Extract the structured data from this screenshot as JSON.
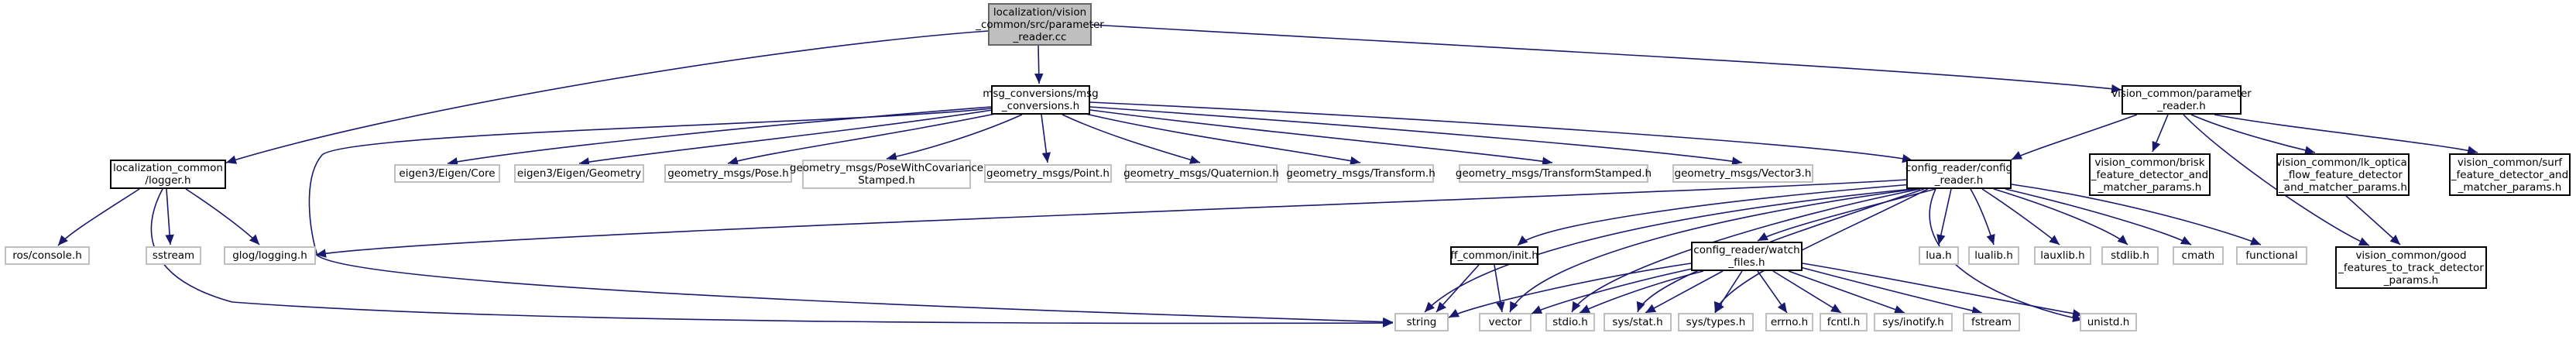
{
  "colors": {
    "edge": "#191970",
    "border": "#000000",
    "muted_border": "#bfbfbf",
    "root_fill": "#bfbfbf"
  },
  "nodes": {
    "root": "localization/vision\n_common/src/parameter\n_reader.cc",
    "msg_conversions": "msg_conversions/msg\n_conversions.h",
    "parameter_reader": "vision_common/parameter\n_reader.h",
    "logger": "localization_common\n/logger.h",
    "eigen_core": "eigen3/Eigen/Core",
    "eigen_geometry": "eigen3/Eigen/Geometry",
    "pose": "geometry_msgs/Pose.h",
    "pose_cov": "geometry_msgs/PoseWithCovariance\nStamped.h",
    "point": "geometry_msgs/Point.h",
    "quaternion": "geometry_msgs/Quaternion.h",
    "transform": "geometry_msgs/Transform.h",
    "transform_stamped": "geometry_msgs/TransformStamped.h",
    "vector3": "geometry_msgs/Vector3.h",
    "config_reader": "config_reader/config\n_reader.h",
    "brisk": "vision_common/brisk\n_feature_detector_and\n_matcher_params.h",
    "lk_optical": "vision_common/lk_optical\n_flow_feature_detector\n_and_matcher_params.h",
    "surf": "vision_common/surf\n_feature_detector_and\n_matcher_params.h",
    "good_features": "vision_common/good\n_features_to_track_detector\n_params.h",
    "ros_console": "ros/console.h",
    "sstream": "sstream",
    "glog": "glog/logging.h",
    "ff_init": "ff_common/init.h",
    "watch_files": "config_reader/watch\n_files.h",
    "lua": "lua.h",
    "lualib": "lualib.h",
    "lauxlib": "lauxlib.h",
    "stdlib": "stdlib.h",
    "cmath": "cmath",
    "functional": "functional",
    "string": "string",
    "vector": "vector",
    "stdio": "stdio.h",
    "sys_stat": "sys/stat.h",
    "sys_types": "sys/types.h",
    "errno": "errno.h",
    "fcntl": "fcntl.h",
    "sys_inotify": "sys/inotify.h",
    "fstream": "fstream",
    "unistd": "unistd.h"
  }
}
